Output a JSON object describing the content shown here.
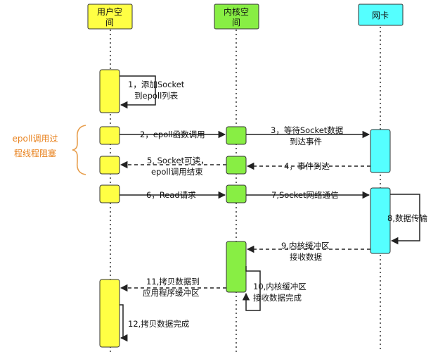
{
  "colors": {
    "user_fill": "#ffff44",
    "kernel_fill": "#88ee44",
    "nic_fill": "#55ffff",
    "side_note": "#e8821e",
    "stroke": "#333333"
  },
  "lanes": {
    "user": [
      "用户空",
      "间"
    ],
    "kernel": [
      "内核空",
      "间"
    ],
    "nic": [
      "网卡"
    ]
  },
  "side_note": [
    "epoll调用过",
    "程线程阻塞"
  ],
  "messages": {
    "m1": [
      "1，添加Socket",
      "到epoll列表"
    ],
    "m2": [
      "2，epoll函数调用"
    ],
    "m3": [
      "3，等待Socket数据",
      "到达事件"
    ],
    "m4": [
      "4，事件到达"
    ],
    "m5": [
      "5, Socket可读，",
      "epoll调用结束"
    ],
    "m6": [
      "6，Read请求"
    ],
    "m7": [
      "7,Socket网络通信"
    ],
    "m8": [
      "8,数据传输"
    ],
    "m9": [
      "9,内核缓冲区",
      "接收数据"
    ],
    "m10": [
      "10,内核缓冲区",
      "接收数据完成"
    ],
    "m11": [
      "11,拷贝数据到",
      "应用程序缓冲区"
    ],
    "m12": [
      "12,拷贝数据完成"
    ]
  }
}
